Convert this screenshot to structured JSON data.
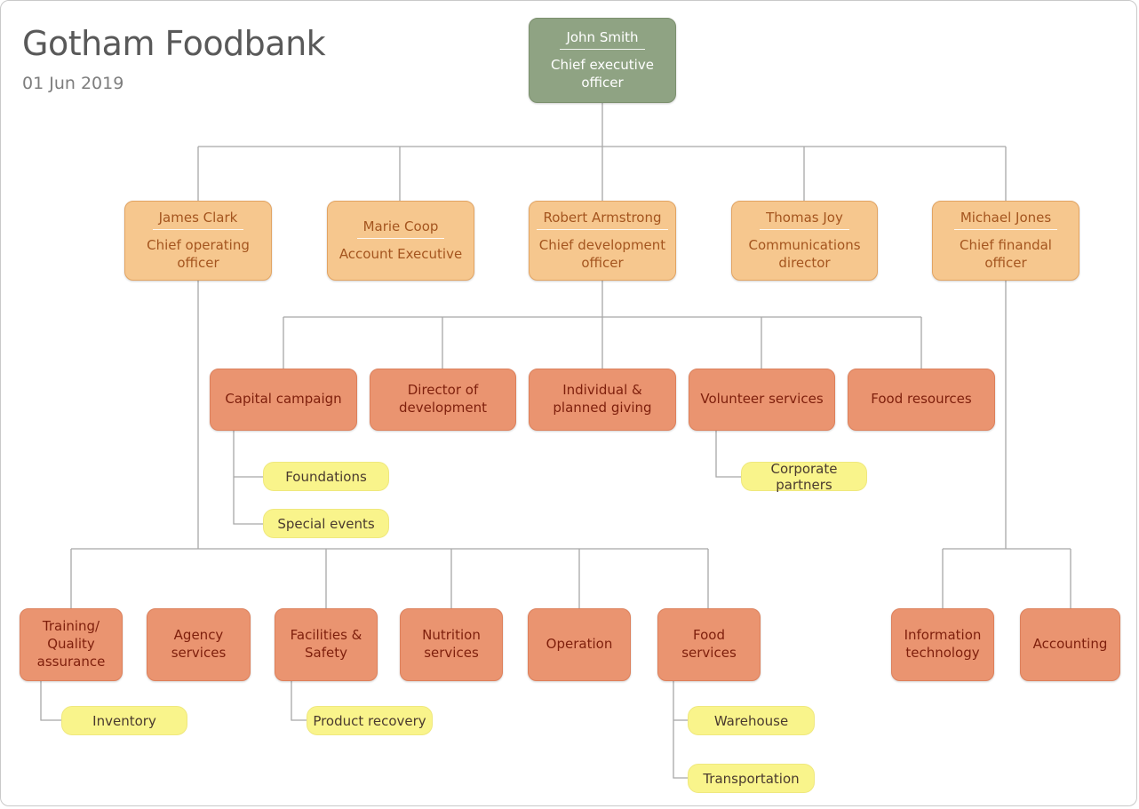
{
  "header": {
    "title": "Gotham Foodbank",
    "date": "01 Jun 2019"
  },
  "palette": {
    "ceo_fill": "#8FA383",
    "ceo_border": "#7C906E",
    "ceo_text": "#FFFFFF",
    "exec_fill": "#F6C78E",
    "exec_border": "#E2A463",
    "exec_text": "#A4551F",
    "dept_fill": "#EA9470",
    "dept_border": "#DD805B",
    "dept_text": "#7E1F0C",
    "sub_fill": "#F9F48B",
    "sub_border": "#EFE87E",
    "sub_text": "#4A3A2F",
    "line": "#A8A8A8"
  },
  "nodes": {
    "ceo": {
      "name": "John Smith",
      "role": "Chief executive officer"
    },
    "coo": {
      "name": "James Clark",
      "role": "Chief operating officer"
    },
    "account_executive": {
      "name": "Marie Coop",
      "role": "Account Executive"
    },
    "cdo": {
      "name": "Robert Armstrong",
      "role": "Chief development officer"
    },
    "communications_director": {
      "name": "Thomas Joy",
      "role": "Communications director"
    },
    "cfo": {
      "name": "Michael Jones",
      "role": "Chief finandal officer"
    },
    "capital_campaign": {
      "label": "Capital campaign"
    },
    "director_of_development": {
      "label": "Director of development"
    },
    "individual_planned_giving": {
      "label": "Individual & planned giving"
    },
    "volunteer_services": {
      "label": "Volunteer services"
    },
    "food_resources": {
      "label": "Food resources"
    },
    "foundations": {
      "label": "Foundations"
    },
    "special_events": {
      "label": "Special events"
    },
    "corporate_partners": {
      "label": "Corporate partners"
    },
    "training_quality_assurance": {
      "label": "Training/ Quality assurance"
    },
    "agency_services": {
      "label": "Agency services"
    },
    "facilities_safety": {
      "label": "Facilities & Safety"
    },
    "nutrition_services": {
      "label": "Nutrition services"
    },
    "operation": {
      "label": "Operation"
    },
    "food_services": {
      "label": "Food services"
    },
    "information_technology": {
      "label": "Information technology"
    },
    "accounting": {
      "label": "Accounting"
    },
    "inventory": {
      "label": "Inventory"
    },
    "product_recovery": {
      "label": "Product recovery"
    },
    "warehouse": {
      "label": "Warehouse"
    },
    "transportation": {
      "label": "Transportation"
    }
  }
}
